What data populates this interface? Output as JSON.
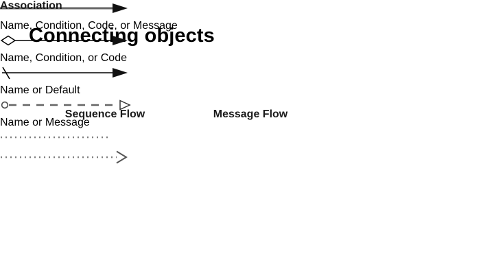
{
  "slide": {
    "title": "Connecting objects",
    "background_color": "#ffffff",
    "text_color": "#000000"
  },
  "colors": {
    "title": "#000000",
    "heading": "#1b1b1b",
    "label": "#1b1b1b",
    "sequence_flow_primary_line": "#666666",
    "sequence_flow_line": "#000000",
    "message_flow_line": "#666666",
    "association_line": "#808080"
  },
  "columns": [
    {
      "id": "sequence-flow",
      "heading": "Sequence Flow",
      "rows": [
        {
          "id": "sequence-flow-plain",
          "label_top": "Name, Condition,",
          "label_bottom": "Code, or Message",
          "line_style": "solid",
          "line_color": "#666666",
          "start_marker": "none",
          "end_marker": "filled-arrowhead"
        },
        {
          "id": "sequence-flow-conditional",
          "label_top": "Name, Condition,",
          "label_bottom": "or Code",
          "line_style": "solid",
          "line_color": "#000000",
          "start_marker": "hollow-diamond",
          "end_marker": "filled-arrowhead"
        },
        {
          "id": "sequence-flow-default",
          "label_top": "Name or",
          "label_bottom": "Default",
          "line_style": "solid",
          "line_color": "#000000",
          "start_marker": "slash-tick",
          "end_marker": "filled-arrowhead"
        }
      ]
    },
    {
      "id": "message-flow",
      "heading": "Message Flow",
      "rows": [
        {
          "id": "message-flow-plain",
          "label_top": "Name or",
          "label_bottom": "Message",
          "line_style": "dashed",
          "line_color": "#666666",
          "start_marker": "hollow-circle",
          "end_marker": "hollow-arrowhead"
        }
      ]
    },
    {
      "id": "association",
      "heading": "Association",
      "rows": [
        {
          "id": "association-plain",
          "label_top": "",
          "label_bottom": "",
          "line_style": "dotted",
          "line_color": "#808080",
          "start_marker": "none",
          "end_marker": "none"
        },
        {
          "id": "association-directed",
          "label_top": "",
          "label_bottom": "",
          "line_style": "dotted",
          "line_color": "#808080",
          "start_marker": "none",
          "end_marker": "open-arrowhead"
        }
      ]
    }
  ]
}
